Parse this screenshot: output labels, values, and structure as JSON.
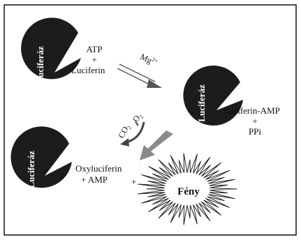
{
  "enzyme_label": "Luciferáz",
  "step1": {
    "atp": "ATP",
    "plus": "+",
    "luciferin": "Luciferin"
  },
  "catalyst": {
    "base": "Mg",
    "superscript": "2+"
  },
  "step2": {
    "luciferin_amp": "Luciferin-AMP",
    "plus": "+",
    "ppi": "PPi"
  },
  "gases": {
    "co2_base": "CO",
    "co2_sub": "2",
    "o2_base": "O",
    "o2_sub": "2"
  },
  "step3": {
    "oxyluciferin": "Oxyluciferin",
    "amp": "+ AMP",
    "plus": "+"
  },
  "light_label": "Fény",
  "colors": {
    "enzyme_fill": "#1c1c1c",
    "background": "#ffffff",
    "arrow_fill": "#8a8a8a",
    "frame": "#111111"
  }
}
